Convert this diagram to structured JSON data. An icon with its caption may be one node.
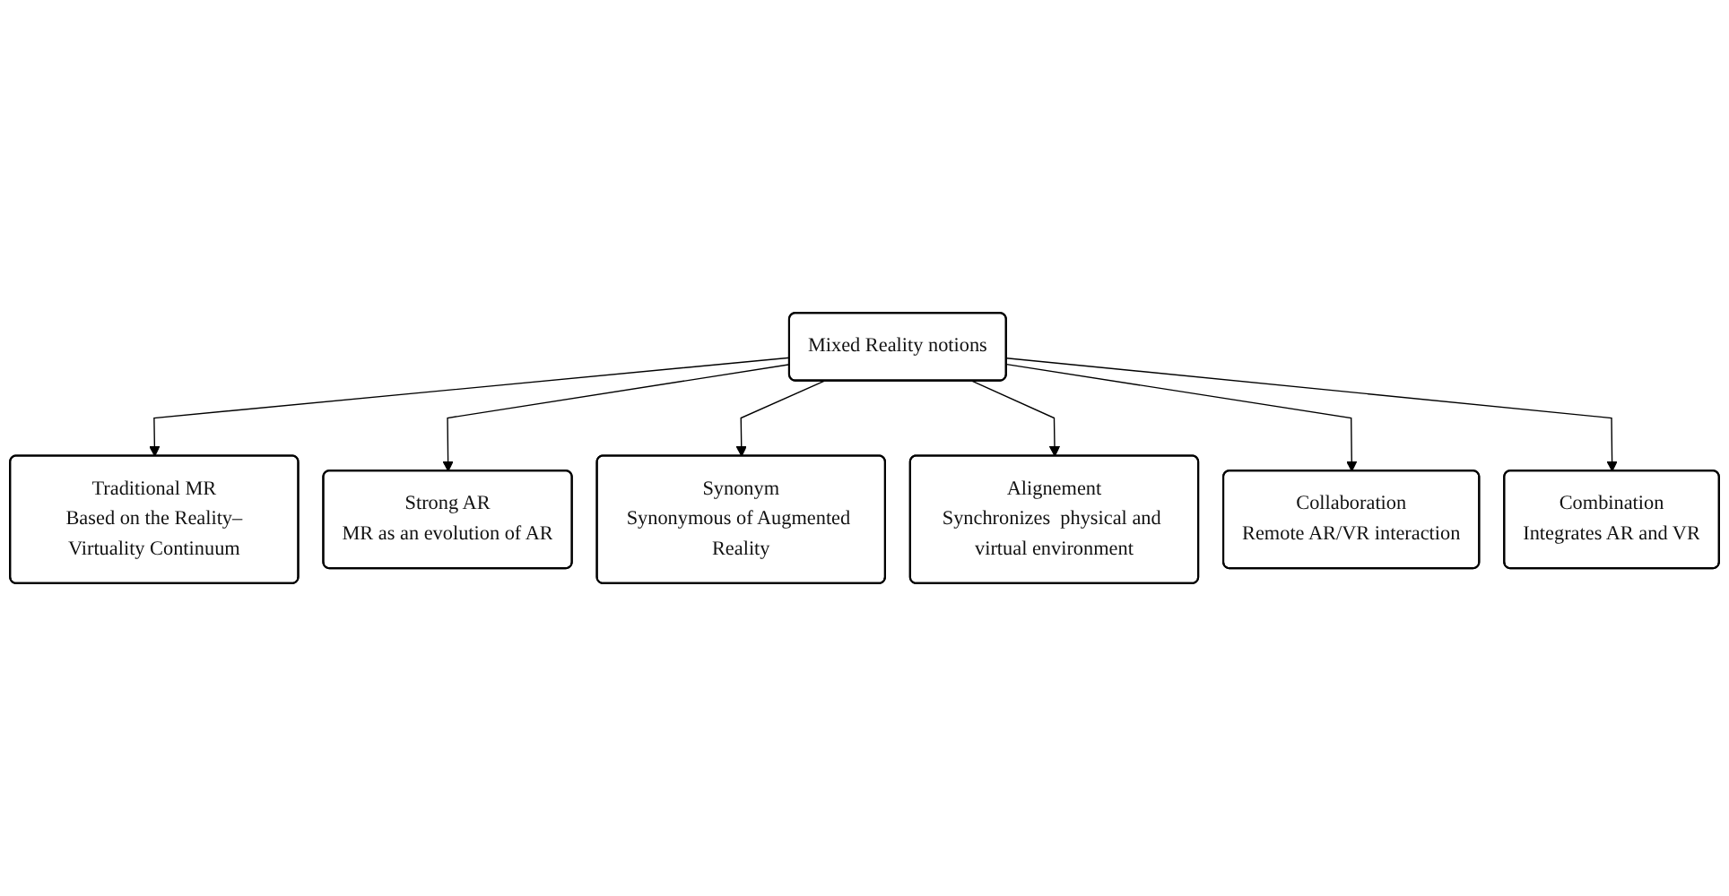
{
  "diagram": {
    "nodes": [
      {
        "text": [
          "Traditional MR",
          "Based on the Reality–Virtuality Continuum"
        ]
      },
      {
        "text": [
          "Strong AR",
          "MR as an evolution of AR"
        ]
      },
      {
        "text": [
          "Synonym",
          "Synonymous of Augmented Reality"
        ]
      },
      {
        "text": [
          "Mixed Reality notions"
        ]
      },
      {
        "text": [
          "Alignement",
          "Synchronizes  physical and virtual environment"
        ]
      },
      {
        "text": [
          "Collaboration",
          "Remote AR/VR interaction"
        ]
      },
      {
        "text": [
          "Combination",
          "Integrates AR and VR"
        ]
      }
    ],
    "edges": [
      {
        "from": 3,
        "to": 0,
        "arrow": "to"
      },
      {
        "from": 3,
        "to": 1,
        "arrow": "to"
      },
      {
        "from": 3,
        "to": 2,
        "arrow": "to"
      },
      {
        "from": 3,
        "to": 4,
        "arrow": "to"
      },
      {
        "from": 3,
        "to": 5,
        "arrow": "to"
      },
      {
        "from": 3,
        "to": 6,
        "arrow": "to"
      }
    ]
  }
}
